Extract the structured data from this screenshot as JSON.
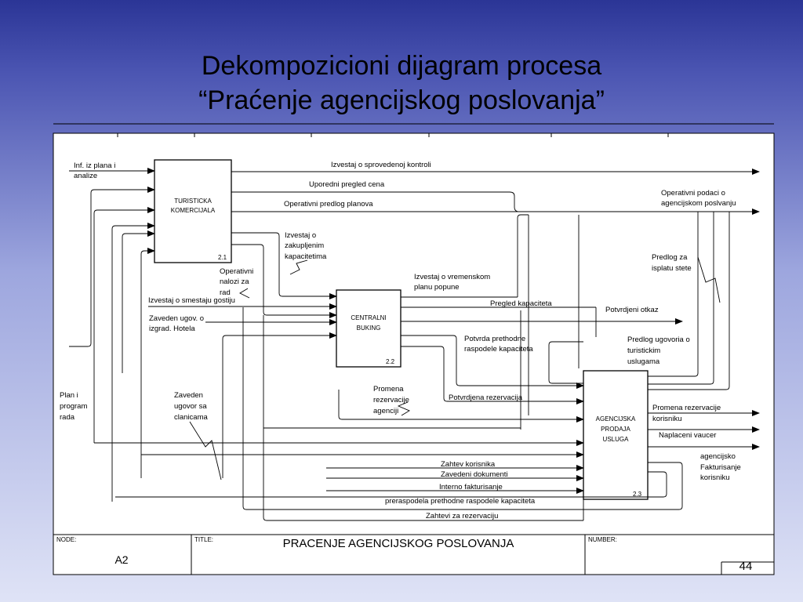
{
  "title_line1": "Dekompozicioni dijagram procesa",
  "title_line2": "“Praćenje agencijskog poslovanja”",
  "boxes": {
    "b1": {
      "name": "TURISTICKA KOMERCIJALA",
      "line1": "TURISTICKA",
      "line2": "KOMERCIJALA",
      "number": "2.1"
    },
    "b2": {
      "name": "CENTRALNI BUKING",
      "line1": "CENTRALNI",
      "line2": "BUKING",
      "number": "2.2"
    },
    "b3": {
      "name": "AGENCIJSKA PRODAJA USLUGA",
      "line1": "AGENCIJSKA",
      "line2": "PRODAJA",
      "line3": "USLUGA",
      "number": "2.3"
    }
  },
  "labels": {
    "inf_plan_1": "Inf.  iz plana i",
    "inf_plan_2": "analize",
    "izvestaj_kontrola": "Izvestaj o sprovedenoj kontroli",
    "uporedni": "Uporedni pregled cena",
    "op_predlog": "Operativni predlog planova",
    "op_podaci_1": "Operativni podaci o",
    "op_podaci_2": "agencijskom poslvanju",
    "zakup_1": "Izvestaj o",
    "zakup_2": "zakupljenim",
    "zakup_3": "kapacitetima",
    "op_nalozi_1": "Operativni",
    "op_nalozi_2": "nalozi za",
    "op_nalozi_3": "rad",
    "vrem_1": "Izvestaj o vremenskom",
    "vrem_2": "planu popune",
    "predlog_isplatu_1": "Predlog za",
    "predlog_isplatu_2": "isplatu stete",
    "smestaj": "Izvestaj o smestaju gostiju",
    "pregled_kap": "Pregled kapaciteta",
    "potvrdjeni_otkaz": "Potvrdjeni   otkaz",
    "zaveden_hotel_1": "Zaveden ugov. o",
    "zaveden_hotel_2": "izgrad. Hotela",
    "potvrda_1": "Potvrda prethodne",
    "potvrda_2": "raspodele kapaciteta",
    "predlog_ugov_1": "Predlog ugovoria o",
    "predlog_ugov_2": "turistickim",
    "predlog_ugov_3": "uslugama",
    "promena_agen_1": "Promena",
    "promena_agen_2": "rezervacije",
    "promena_agen_3": "agenciji",
    "plan_1": "Plan i",
    "plan_2": "program",
    "plan_3": "rada",
    "zaveden_sa_1": "Zaveden",
    "zaveden_sa_2": "ugovor sa",
    "zaveden_sa_3": "clanicama",
    "potvrdjena_rez": "Potvrdjena  rezervacija",
    "promena_kor_1": "Promena rezervacije",
    "promena_kor_2": "korisniku",
    "naplaceni": "Naplaceni vaucer",
    "fakt_1": "agencijsko",
    "fakt_2": "Fakturisanje",
    "fakt_3": "korisniku",
    "zahtev_kor": "Zahtev korisnika",
    "zavedeni_dok": "Zavedeni dokumenti",
    "interno": "Interno fakturisanje",
    "preraspodela": "preraspodela prethodne raspodele kapaciteta",
    "zahtevi_rez": "Zahtevi za rezervaciju"
  },
  "footer": {
    "node_label": "NODE:",
    "node_value": "A2",
    "title_label": "TITLE:",
    "title_value": "PRACENJE AGENCIJSKOG POSLOVANJA",
    "number_label": "NUMBER:",
    "number_value": "44"
  }
}
